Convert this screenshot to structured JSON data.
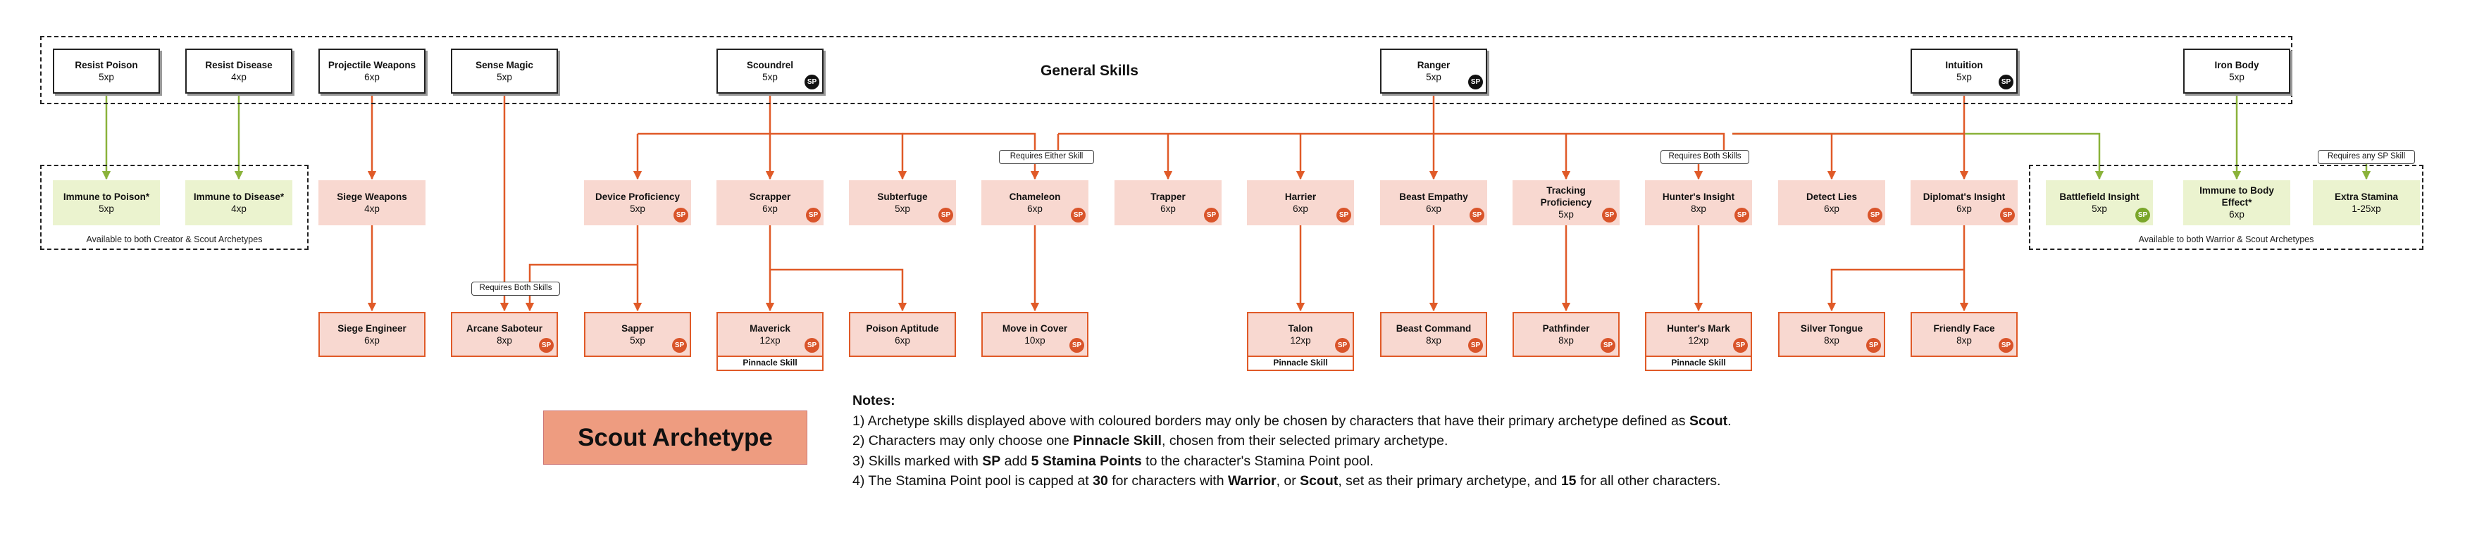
{
  "general_title": "General Skills",
  "archetype_label": "Scout Archetype",
  "sp_badge": "SP",
  "pinnacle_label": "Pinnacle Skill",
  "colors": {
    "orange": "#e05a28",
    "green": "#8ab23a",
    "pink_fill": "#f8d8d0",
    "green_fill": "#ebf3cf",
    "archetype_fill": "#ee9c80"
  },
  "general": [
    {
      "title": "Resist Poison",
      "cost": "5xp"
    },
    {
      "title": "Resist Disease",
      "cost": "4xp"
    },
    {
      "title": "Projectile Weapons",
      "cost": "6xp"
    },
    {
      "title": "Sense Magic",
      "cost": "5xp"
    },
    {
      "title": "Scoundrel",
      "cost": "5xp"
    },
    {
      "title": "Ranger",
      "cost": "5xp"
    },
    {
      "title": "Intuition",
      "cost": "5xp"
    },
    {
      "title": "Iron Body",
      "cost": "5xp"
    }
  ],
  "row2": [
    {
      "title": "Immune to Poison*",
      "cost": "5xp"
    },
    {
      "title": "Immune to Disease*",
      "cost": "4xp"
    },
    {
      "title": "Siege Weapons",
      "cost": "4xp"
    },
    {
      "title": "Device Proficiency",
      "cost": "5xp"
    },
    {
      "title": "Scrapper",
      "cost": "6xp"
    },
    {
      "title": "Subterfuge",
      "cost": "5xp"
    },
    {
      "title": "Chameleon",
      "cost": "6xp"
    },
    {
      "title": "Trapper",
      "cost": "6xp"
    },
    {
      "title": "Harrier",
      "cost": "6xp"
    },
    {
      "title": "Beast Empathy",
      "cost": "6xp"
    },
    {
      "title": "Tracking Proficiency",
      "cost": "5xp"
    },
    {
      "title": "Hunter's Insight",
      "cost": "8xp"
    },
    {
      "title": "Detect Lies",
      "cost": "6xp"
    },
    {
      "title": "Diplomat's Insight",
      "cost": "6xp"
    },
    {
      "title": "Battlefield Insight",
      "cost": "5xp"
    },
    {
      "title": "Immune to Body Effect*",
      "cost": "6xp"
    },
    {
      "title": "Extra Stamina",
      "cost": "1-25xp"
    }
  ],
  "row3": [
    {
      "title": "Siege Engineer",
      "cost": "6xp"
    },
    {
      "title": "Arcane Saboteur",
      "cost": "8xp"
    },
    {
      "title": "Sapper",
      "cost": "5xp"
    },
    {
      "title": "Maverick",
      "cost": "12xp"
    },
    {
      "title": "Poison Aptitude",
      "cost": "6xp"
    },
    {
      "title": "Move in Cover",
      "cost": "10xp"
    },
    {
      "title": "Talon",
      "cost": "12xp"
    },
    {
      "title": "Beast Command",
      "cost": "8xp"
    },
    {
      "title": "Pathfinder",
      "cost": "8xp"
    },
    {
      "title": "Hunter's Mark",
      "cost": "12xp"
    },
    {
      "title": "Silver Tongue",
      "cost": "8xp"
    },
    {
      "title": "Friendly Face",
      "cost": "8xp"
    }
  ],
  "requirements": {
    "either": "Requires Either Skill",
    "both": "Requires Both Skills",
    "any_sp": "Requires any SP Skill"
  },
  "zones": {
    "left": "Available to both Creator & Scout Archetypes",
    "right": "Available to both Warrior & Scout Archetypes"
  },
  "notes": {
    "heading": "Notes:",
    "n1_a": "1) Archetype skills displayed above with coloured borders may only be chosen by characters that have their primary archetype defined as ",
    "n1_b": "Scout",
    "n1_c": ".",
    "n2_a": "2) Characters may only choose one ",
    "n2_b": "Pinnacle Skill",
    "n2_c": ", chosen from their selected primary archetype.",
    "n3_a": "3) Skills marked with ",
    "n3_b": "SP",
    "n3_c": " add ",
    "n3_d": "5 Stamina Points",
    "n3_e": " to the character's Stamina Point pool.",
    "n4_a": "4) The Stamina Point pool is capped at ",
    "n4_b": "30",
    "n4_c": " for characters with ",
    "n4_d": "Warrior",
    "n4_e": ", or ",
    "n4_f": "Scout",
    "n4_g": ", set as their primary archetype, and ",
    "n4_h": "15",
    "n4_i": " for all other characters."
  }
}
